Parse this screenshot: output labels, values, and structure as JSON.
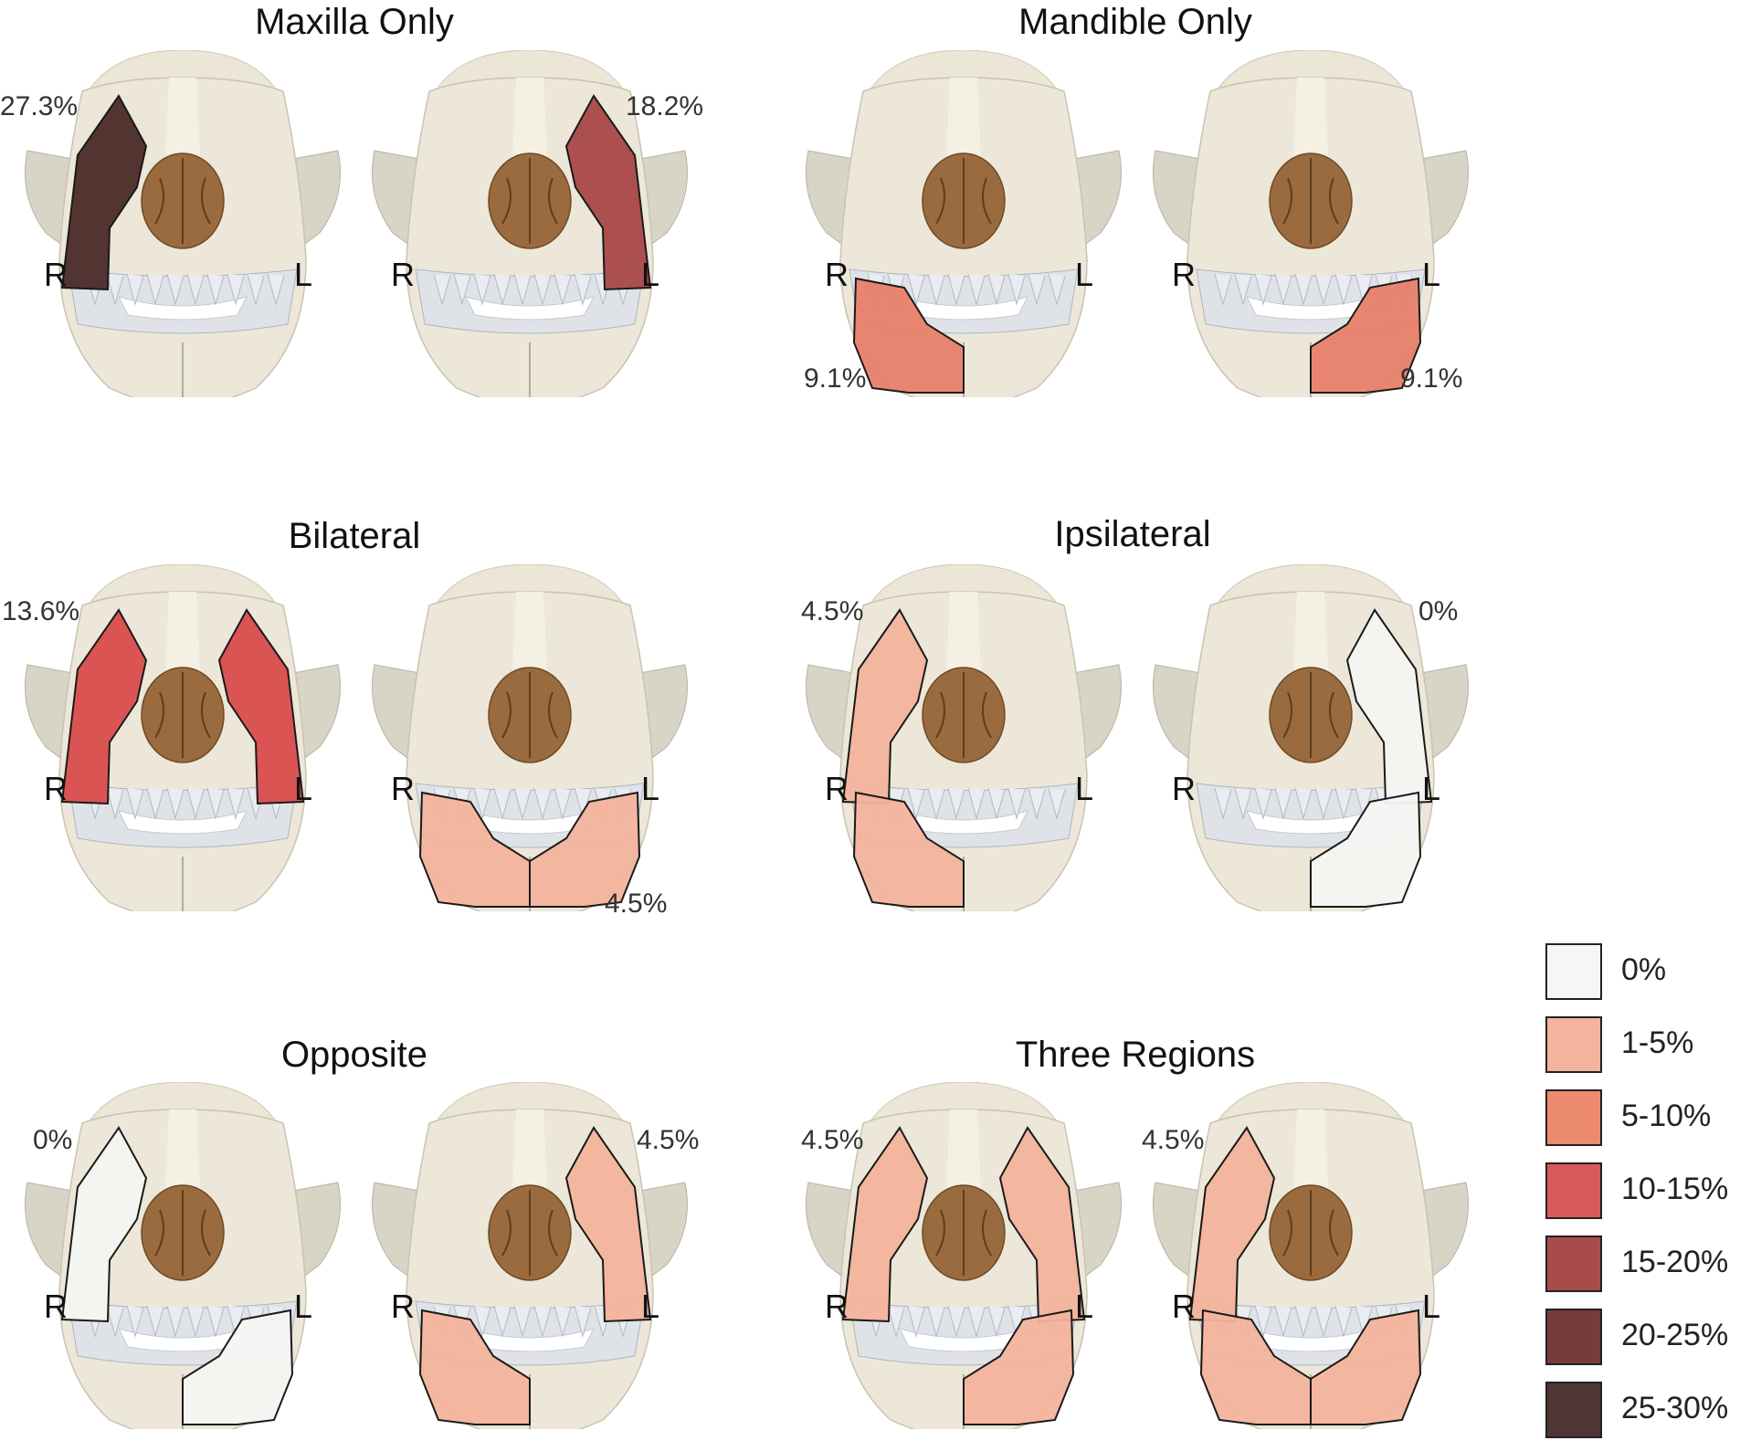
{
  "groups": [
    {
      "title": "Maxilla Only",
      "panels": [
        {
          "label": "27.3%",
          "region": "maxilla-right",
          "color": "#4a2a28"
        },
        {
          "label": "18.2%",
          "region": "maxilla-left",
          "color": "#a84848"
        }
      ]
    },
    {
      "title": "Mandible Only",
      "panels": [
        {
          "label": "9.1%",
          "region": "mandible-right",
          "color": "#e8806a"
        },
        {
          "label": "9.1%",
          "region": "mandible-left",
          "color": "#e8806a"
        }
      ]
    },
    {
      "title": "Bilateral",
      "panels": [
        {
          "label": "13.6%",
          "region": "maxilla-both",
          "color": "#d94c4c"
        },
        {
          "label": "4.5%",
          "region": "mandible-both",
          "color": "#f3b39c"
        }
      ]
    },
    {
      "title": "Ipsilateral",
      "panels": [
        {
          "label": "4.5%",
          "region": "ipsi-right",
          "color": "#f3b39c"
        },
        {
          "label": "0%",
          "region": "ipsi-left",
          "color": "#f4f4f2"
        }
      ]
    },
    {
      "title": "Opposite",
      "panels": [
        {
          "label": "0%",
          "region": "opposite-rmax-lmand",
          "color": "#f4f4f2"
        },
        {
          "label": "4.5%",
          "region": "opposite-lmax-rmand",
          "color": "#f3b39c"
        }
      ]
    },
    {
      "title": "Three Regions",
      "panels": [
        {
          "label": "4.5%",
          "region": "three-both-max-lmand",
          "color": "#f3b39c"
        },
        {
          "label": "4.5%",
          "region": "three-rmax-both-mand",
          "color": "#f3b39c"
        }
      ]
    }
  ],
  "side_labels": {
    "right": "R",
    "left": "L"
  },
  "legend": [
    {
      "label": "0%",
      "color": "#f6f6f4"
    },
    {
      "label": "1-5%",
      "color": "#f3b39c"
    },
    {
      "label": "5-10%",
      "color": "#ec8a6e"
    },
    {
      "label": "10-15%",
      "color": "#d9595a"
    },
    {
      "label": "15-20%",
      "color": "#a84c4a"
    },
    {
      "label": "20-25%",
      "color": "#773c3a"
    },
    {
      "label": "25-30%",
      "color": "#4d3634"
    }
  ]
}
